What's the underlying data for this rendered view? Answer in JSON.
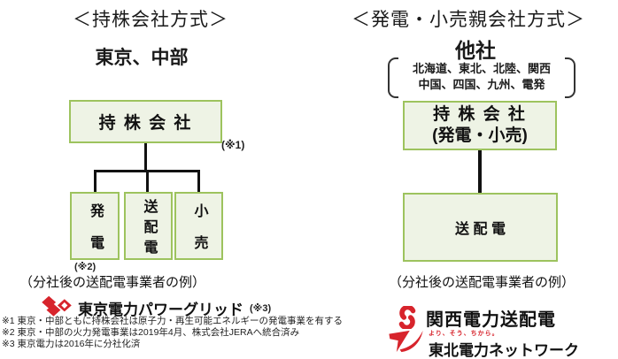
{
  "colors": {
    "box_fill": "#eef3e5",
    "box_border": "#9dc35e",
    "connector": "#111111",
    "logo_red": "#d7242c",
    "text": "#1a1a1a"
  },
  "left": {
    "title": "＜持株会社方式＞",
    "subtitle": "東京、中部",
    "holding_box_label": "持 株 会 社",
    "note1": "(※1)",
    "children": [
      {
        "label": "発電"
      },
      {
        "label": "送配電"
      },
      {
        "label": "小売"
      }
    ],
    "note2": "(※2)",
    "example_label": "（分社後の送配電事業者の例）",
    "tepco_name": "東京電力パワーグリッド",
    "note3": "(※3)",
    "footnotes": [
      "※1 東京・中部ともに持株会社は原子力・再生可能エネルギーの発電事業を有する",
      "※2 東京・中部の火力発電事業は2019年4月、株式会社JERAへ統合済み",
      "※3 東京電力は2016年に分社化済"
    ]
  },
  "right": {
    "title": "＜発電・小売親会社方式＞",
    "subtitle": "他社",
    "bracket_lines": [
      "北海道、東北、北陸、関西",
      "中国、四国、九州、電発"
    ],
    "holding_box_line1": "持 株 会 社",
    "holding_box_line2": "(発電・小売)",
    "grid_box_label": "送 配 電",
    "example_label": "（分社後の送配電事業者の例）",
    "kansai_name": "関西電力送配電",
    "tohoku_tagline": "より、そう、ちから。",
    "tohoku_name": "東北電力ネットワーク"
  }
}
